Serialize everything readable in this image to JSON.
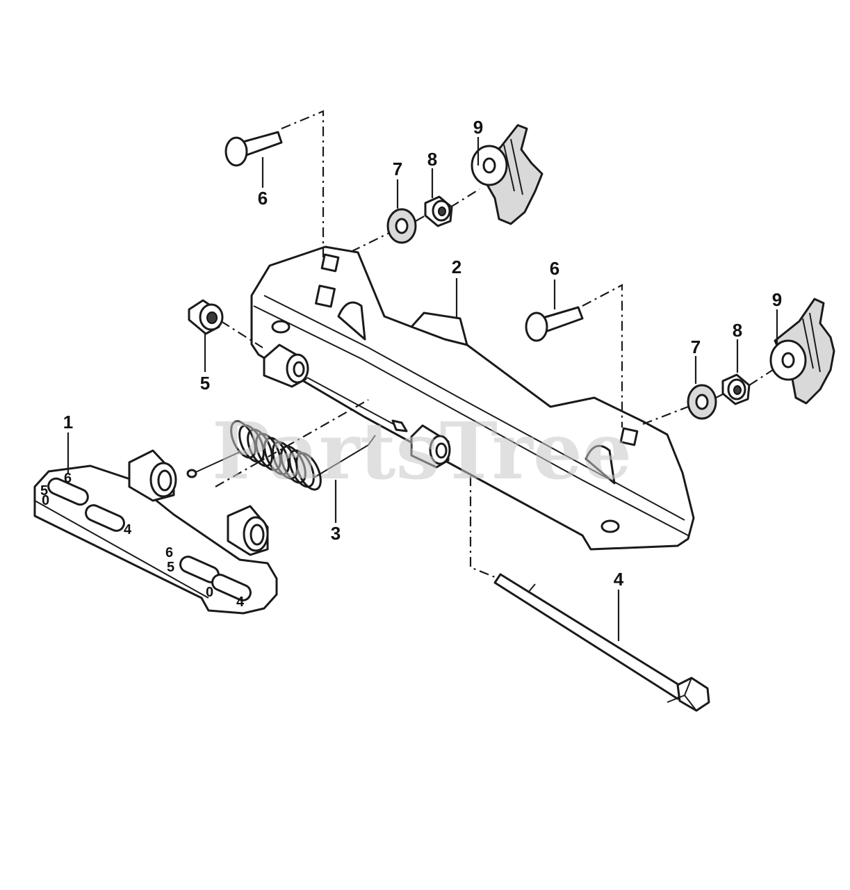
{
  "watermark": "PartsTree",
  "callouts": {
    "c1": "1",
    "c2": "2",
    "c3": "3",
    "c4": "4",
    "c5": "5",
    "c6a": "6",
    "c6b": "6",
    "c7a": "7",
    "c7b": "7",
    "c8a": "8",
    "c8b": "8",
    "c9a": "9",
    "c9b": "9"
  },
  "plate_stamps": [
    "6",
    "5",
    "0",
    "4",
    "6",
    "5",
    "0",
    "4"
  ]
}
